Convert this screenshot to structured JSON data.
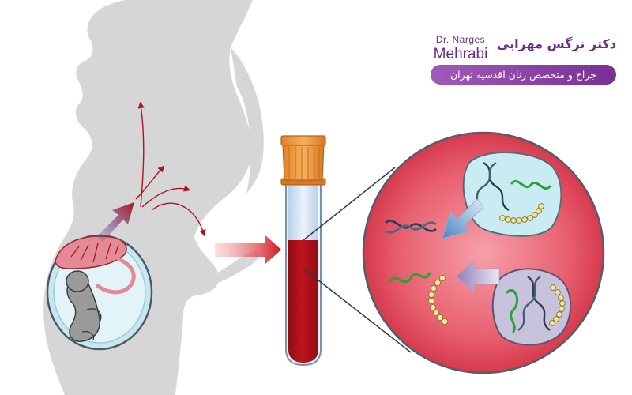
{
  "brand": {
    "name_line1": "Dr. Narges",
    "name_line2": "Mehrabi",
    "name_fa": "دکتر نرگس مهرابی",
    "subtitle_fa": "جراح و متخصص زنان اقدسیه تهران"
  },
  "colors": {
    "silhouette": "#d6d6d6",
    "blood": "#b5121b",
    "tube_cap": "#f19a3a",
    "zoom_circle": "#e55a6a",
    "fetal_cell": "#c8ecf2",
    "maternal_cell": "#c9c2dc",
    "arrow_red": "#c8151e",
    "arrow_blue": "#6fa5d9",
    "brand_purple": "#6b2a86"
  },
  "icons": [
    "pregnant-silhouette",
    "fetus-icon",
    "placenta-icon",
    "blood-tube-icon",
    "dna-icon",
    "rna-icon",
    "protein-chain-icon"
  ]
}
